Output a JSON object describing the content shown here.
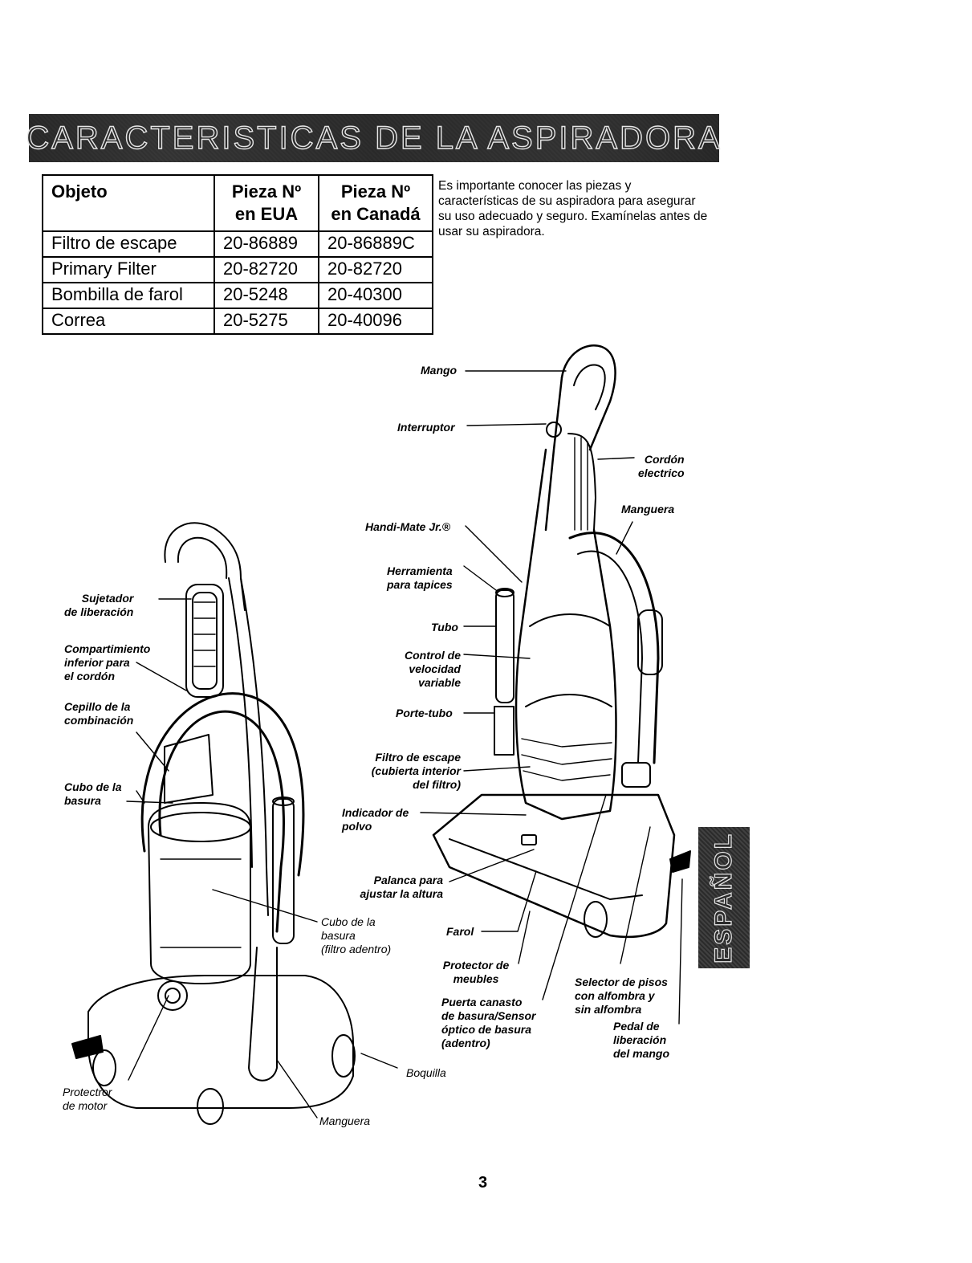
{
  "section_title": "CARACTERISTICAS DE LA ASPIRADORA",
  "parts_table": {
    "headers": [
      "Objeto",
      "Pieza Nº en EUA",
      "Pieza Nº en Canadá"
    ],
    "header_lines": {
      "col1": "Objeto",
      "col2_line1": "Pieza Nº",
      "col2_line2": "en EUA",
      "col3_line1": "Pieza Nº",
      "col3_line2": "en Canadá"
    },
    "rows": [
      [
        "Filtro de escape",
        "20-86889",
        "20-86889C"
      ],
      [
        "Primary Filter",
        "20-82720",
        "20-82720"
      ],
      [
        "Bombilla de farol",
        "20-5248",
        "20-40300"
      ],
      [
        "Correa",
        "20-5275",
        "20-40096"
      ]
    ]
  },
  "intro_text": "Es importante conocer las piezas y características de su aspiradora para asegurar su uso adecuado y seguro. Examínelas antes de usar su aspiradora.",
  "left_labels": {
    "sujetador": [
      "Sujetador",
      "de liberación"
    ],
    "compartimiento": [
      "Compartimiento",
      "inferior para",
      "el cordón"
    ],
    "cepillo": [
      "Cepillo de la",
      "combinación"
    ],
    "cubo": [
      "Cubo de la",
      "basura"
    ],
    "protector_motor": [
      "Protectror",
      "de motor"
    ],
    "manguera": "Manguera",
    "boquilla": "Boquilla",
    "cubo_filtro": [
      "Cubo de la",
      "basura",
      "(filtro adentro)"
    ]
  },
  "right_labels": {
    "mango": "Mango",
    "interruptor": "Interruptor",
    "cordon": [
      "Cordón",
      "electrico"
    ],
    "manguera": "Manguera",
    "handi_mate": "Handi-Mate Jr.®",
    "herramienta": [
      "Herramienta",
      "para tapices"
    ],
    "tubo": "Tubo",
    "control": [
      "Control de",
      "velocidad",
      "variable"
    ],
    "porte_tubo": "Porte-tubo",
    "filtro_escape": [
      "Filtro de escape",
      "(cubierta interior",
      "del filtro)"
    ],
    "indicador": [
      "Indicador de",
      "polvo"
    ],
    "palanca": [
      "Palanca para",
      "ajustar la altura"
    ],
    "farol": "Farol",
    "protector_muebles": [
      "Protector de",
      "meubles"
    ],
    "puerta": [
      "Puerta canasto",
      "de basura/Sensor",
      "óptico de basura",
      "(adentro)"
    ],
    "selector": [
      "Selector de pisos",
      "con alfombra y",
      "sin alfombra"
    ],
    "pedal": [
      "Pedal de",
      "liberación",
      "del mango"
    ]
  },
  "side_tab": "ESPAÑOL",
  "page_number": "3"
}
